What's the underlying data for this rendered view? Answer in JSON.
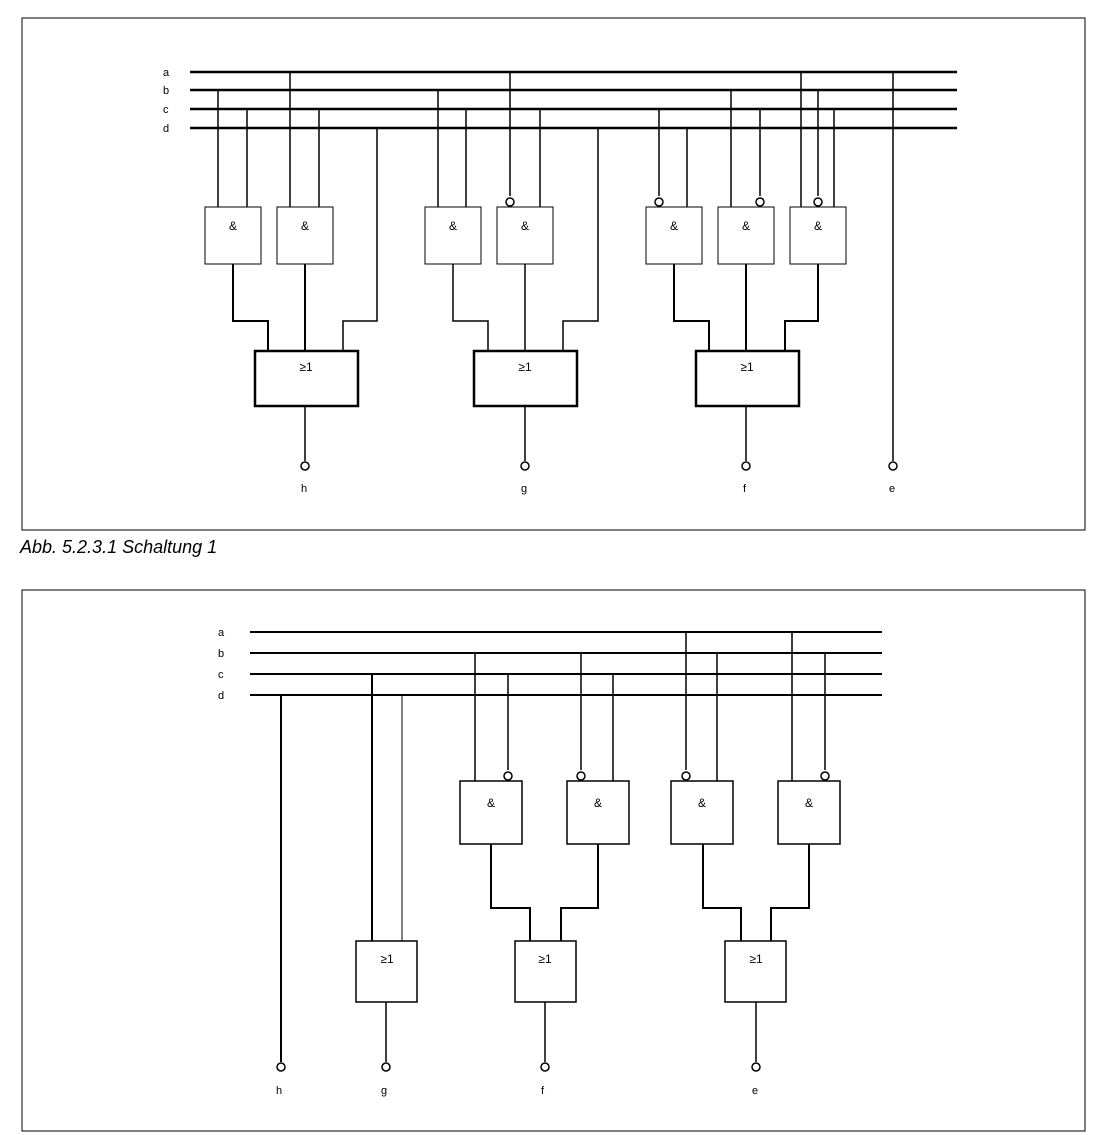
{
  "figure1": {
    "caption": "Abb. 5.2.3.1  Schaltung 1",
    "bus_labels": [
      "a",
      "b",
      "c",
      "d"
    ],
    "and_gate_label": "&",
    "or_gate_label": "≥1",
    "outputs": [
      "h",
      "g",
      "f",
      "e"
    ]
  },
  "figure2": {
    "bus_labels": [
      "a",
      "b",
      "c",
      "d"
    ],
    "and_gate_label": "&",
    "or_gate_label": "≥1",
    "outputs": [
      "h",
      "g",
      "f",
      "e"
    ]
  }
}
